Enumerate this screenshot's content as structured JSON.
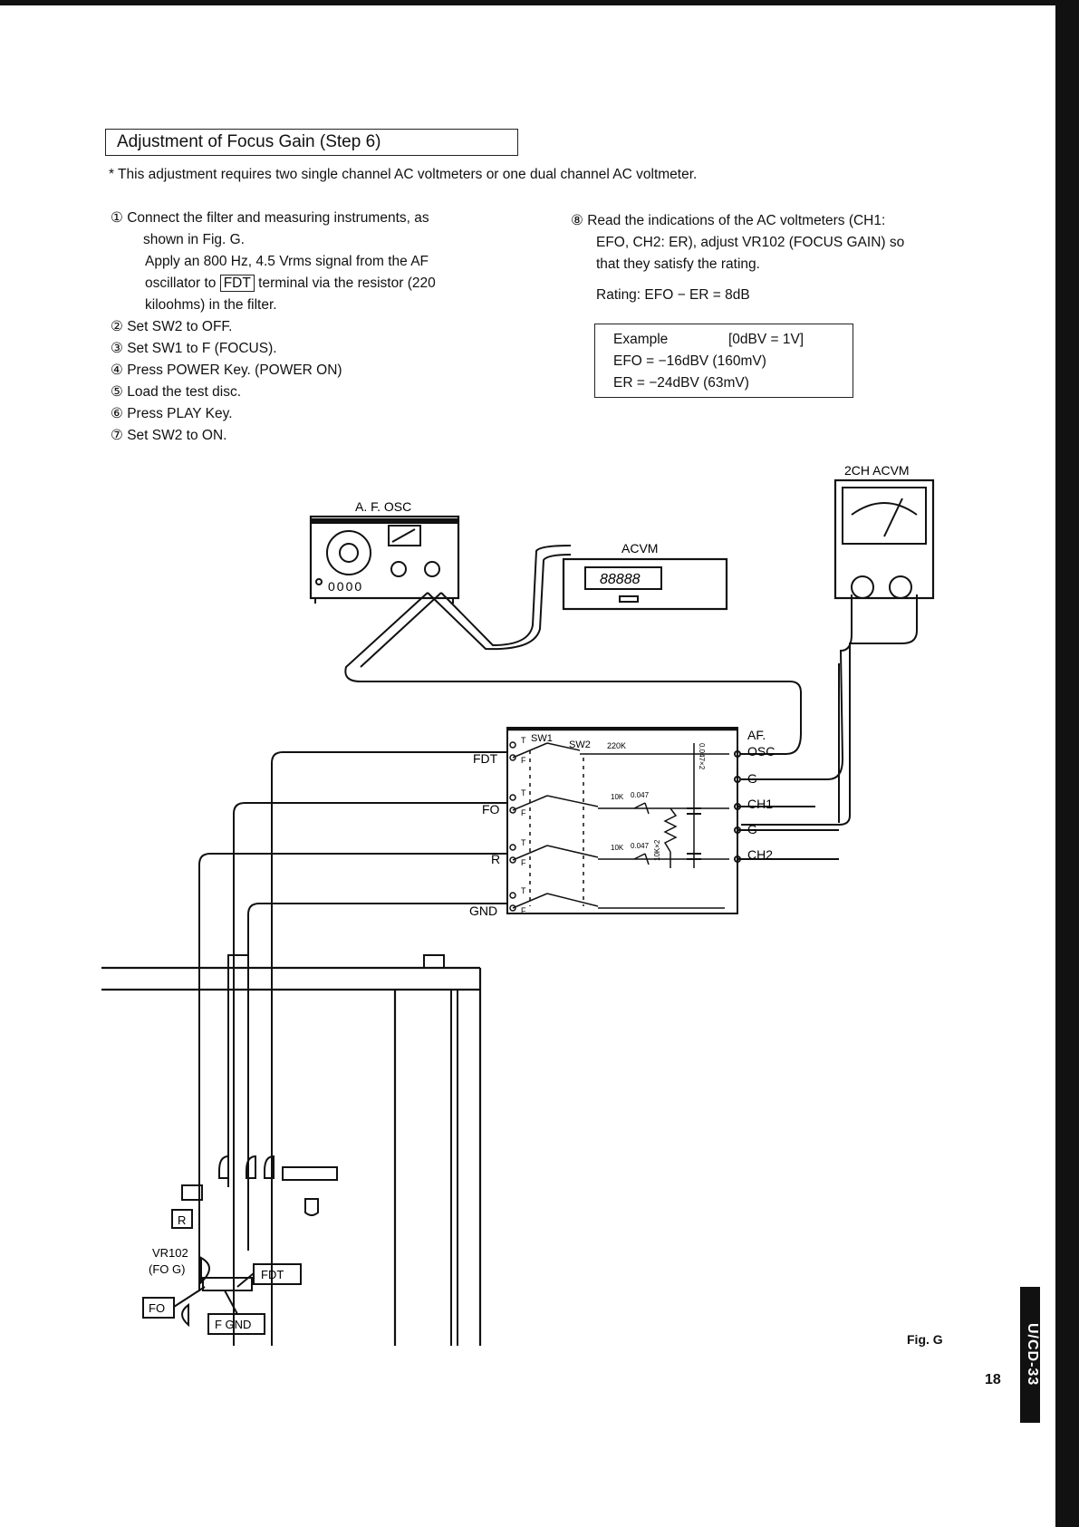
{
  "section": {
    "title": "Adjustment of Focus Gain (Step 6)",
    "note": "* This adjustment requires two single channel AC voltmeters or one dual channel AC voltmeter."
  },
  "steps": {
    "s1_line1": "① Connect the filter and measuring instruments, as",
    "s1_line2": "shown in Fig. G.",
    "s1_line3": "Apply an 800 Hz, 4.5 Vrms signal from the AF",
    "s1_line4_pre": "oscillator to",
    "s1_line4_term": "FDT",
    "s1_line4_post": "terminal via the resistor (220",
    "s1_line5": "kiloohms) in the filter.",
    "s2": "② Set SW2 to OFF.",
    "s3": "③ Set SW1 to F (FOCUS).",
    "s4": "④ Press POWER Key. (POWER ON)",
    "s5": "⑤ Load the test disc.",
    "s6": "⑥ Press PLAY Key.",
    "s7": "⑦ Set SW2 to ON.",
    "s8_line1": "⑧ Read the indications of the AC voltmeters (CH1:",
    "s8_line2": "EFO, CH2: ER), adjust VR102 (FOCUS GAIN) so",
    "s8_line3": "that they satisfy the rating.",
    "rating": "Rating: EFO − ER = 8dB"
  },
  "example": {
    "label": "Example",
    "ref": "[0dBV = 1V]",
    "efo": "EFO = −16dBV (160mV)",
    "er": "ER  = −24dBV (63mV)"
  },
  "diagram": {
    "af_osc_label": "A. F. OSC",
    "af_osc_digits": "0000",
    "acvm_label": "ACVM",
    "acvm_display": "88888",
    "acvm2_label": "2CH ACVM",
    "sw1": "SW1",
    "sw2": "SW2",
    "r220": "220K",
    "r10k_a": "10K",
    "c047_a": "0.047",
    "r10k_b": "10K",
    "c047_b": "0.047",
    "c047x2": "0.047×2",
    "r10kx2": "10K×2",
    "t": "T",
    "f": "F",
    "left_fdt": "FDT",
    "left_fo": "FO",
    "left_r": "R",
    "left_gnd": "GND",
    "right_afosc1": "AF.",
    "right_afosc2": "OSC",
    "right_g1": "G",
    "right_ch1": "CH1",
    "right_g2": "G",
    "right_ch2": "CH2",
    "board_r": "R",
    "board_vr102": "VR102",
    "board_fog": "(FO G)",
    "board_fdt": "FDT",
    "board_fo": "FO",
    "board_fgnd": "F GND"
  },
  "footer": {
    "fig": "Fig. G",
    "page": "18",
    "tab": "U/CD-33"
  }
}
